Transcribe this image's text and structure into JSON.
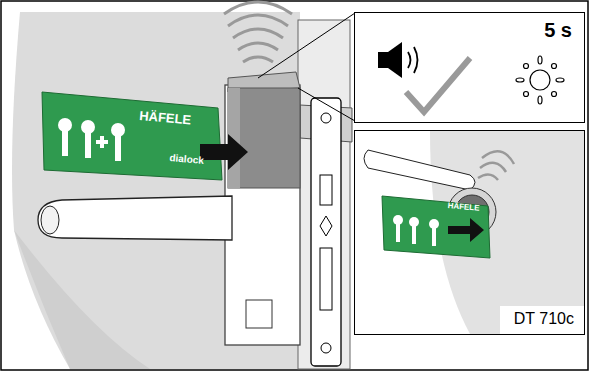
{
  "diagram": {
    "nodes": [
      {
        "text": [
          "5 s"
        ]
      },
      {
        "text": [
          "DT 710c"
        ]
      }
    ],
    "labels": [
      "HÄFELE",
      "dialock",
      "HÄFELE"
    ]
  }
}
